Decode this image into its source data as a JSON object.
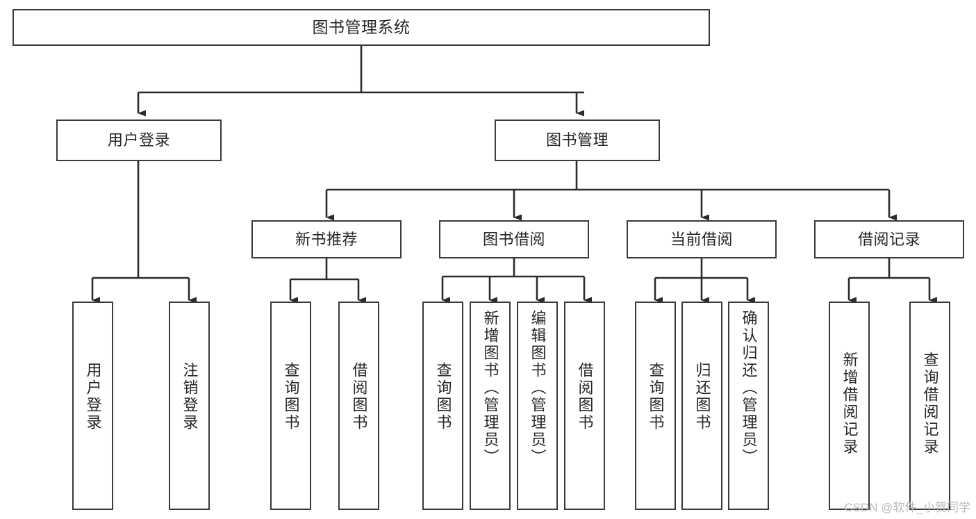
{
  "diagram": {
    "type": "tree-hierarchy",
    "title": "图书管理系统",
    "watermark": "CSDN @软件_小贺同学",
    "colors": {
      "box_border": "#3a3a3a",
      "box_fill": "#ffffff",
      "connector": "#2b2b2b",
      "text": "#262626",
      "watermark": "#b9b9b9",
      "background": "#ffffff"
    },
    "levels": {
      "root": "图书管理系统",
      "level2": [
        "用户登录",
        "图书管理"
      ],
      "level3": [
        "新书推荐",
        "图书借阅",
        "当前借阅",
        "借阅记录"
      ]
    }
  },
  "nodes": {
    "root": {
      "label": "图书管理系统"
    },
    "user_login": {
      "label": "用户登录"
    },
    "book_manage": {
      "label": "图书管理"
    },
    "new_book_rec": {
      "label": "新书推荐"
    },
    "book_borrow": {
      "label": "图书借阅"
    },
    "current_borrow": {
      "label": "当前借阅"
    },
    "borrow_record": {
      "label": "借阅记录"
    },
    "leaf_user_login": {
      "label": "用户登录"
    },
    "leaf_logout": {
      "label": "注销登录"
    },
    "leaf_query_book_1": {
      "label": "查询图书"
    },
    "leaf_borrow_book_1": {
      "label": "借阅图书"
    },
    "leaf_query_book_2": {
      "label": "查询图书"
    },
    "leaf_add_book": {
      "label": "新增图书（管理员）"
    },
    "leaf_edit_book": {
      "label": "编辑图书（管理员）"
    },
    "leaf_borrow_book_2": {
      "label": "借阅图书"
    },
    "leaf_query_book_3": {
      "label": "查询图书"
    },
    "leaf_return_book": {
      "label": "归还图书"
    },
    "leaf_confirm_return": {
      "label": "确认归还（管理员）"
    },
    "leaf_add_record": {
      "label": "新增借阅记录"
    },
    "leaf_query_record": {
      "label": "查询借阅记录"
    }
  },
  "edges": [
    {
      "from": "root",
      "to": "user_login"
    },
    {
      "from": "root",
      "to": "book_manage"
    },
    {
      "from": "user_login",
      "to": "leaf_user_login"
    },
    {
      "from": "user_login",
      "to": "leaf_logout"
    },
    {
      "from": "book_manage",
      "to": "new_book_rec"
    },
    {
      "from": "book_manage",
      "to": "book_borrow"
    },
    {
      "from": "book_manage",
      "to": "current_borrow"
    },
    {
      "from": "book_manage",
      "to": "borrow_record"
    },
    {
      "from": "new_book_rec",
      "to": "leaf_query_book_1"
    },
    {
      "from": "new_book_rec",
      "to": "leaf_borrow_book_1"
    },
    {
      "from": "book_borrow",
      "to": "leaf_query_book_2"
    },
    {
      "from": "book_borrow",
      "to": "leaf_add_book"
    },
    {
      "from": "book_borrow",
      "to": "leaf_edit_book"
    },
    {
      "from": "book_borrow",
      "to": "leaf_borrow_book_2"
    },
    {
      "from": "current_borrow",
      "to": "leaf_query_book_3"
    },
    {
      "from": "current_borrow",
      "to": "leaf_return_book"
    },
    {
      "from": "current_borrow",
      "to": "leaf_confirm_return"
    },
    {
      "from": "borrow_record",
      "to": "leaf_add_record"
    },
    {
      "from": "borrow_record",
      "to": "leaf_query_record"
    }
  ]
}
